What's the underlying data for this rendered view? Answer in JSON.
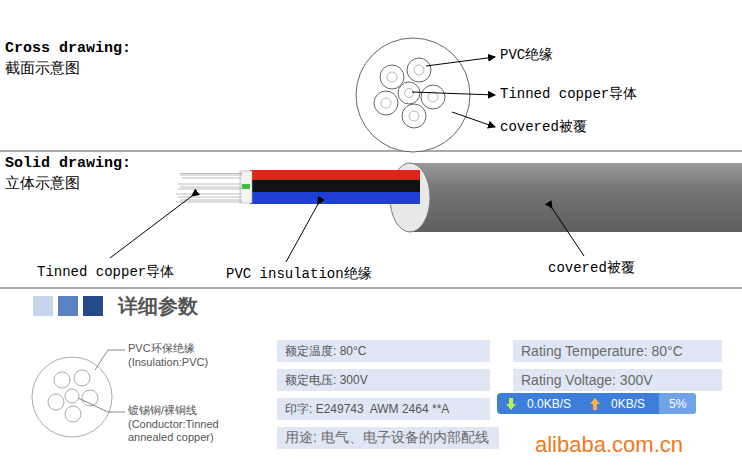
{
  "diagram": {
    "nodes": [
      {
        "text": [
          "额定温度: 80°C"
        ]
      },
      {
        "text": [
          "Rating Temperature: 80°C"
        ]
      },
      {
        "text": [
          "额定电压: 300V"
        ]
      },
      {
        "text": [
          "Rating Voltage: 300V"
        ]
      },
      {
        "text": [
          "印字: E249743  AWM 2464 **A"
        ]
      },
      {
        "text": [
          "用途: 电气、电子设备的内部配线"
        ]
      },
      {
        "text": [
          "0.0KB/S",
          "0KB/S",
          "5%"
        ]
      }
    ],
    "labels": [
      "Cross drawing:",
      "截面示意图",
      "PVC绝缘",
      "Tinned copper导体",
      "covered被覆",
      "Solid drawing:",
      "立体示意图",
      "Tinned copper导体",
      "PVC insulation绝缘",
      "covered被覆",
      "详细参数",
      "PVC环保绝缘",
      "(Insulation:PVC)",
      "镀锡铜/裸铜线",
      "(Conductor:Tinned annealed copper)",
      "alibaba.com.cn"
    ]
  }
}
